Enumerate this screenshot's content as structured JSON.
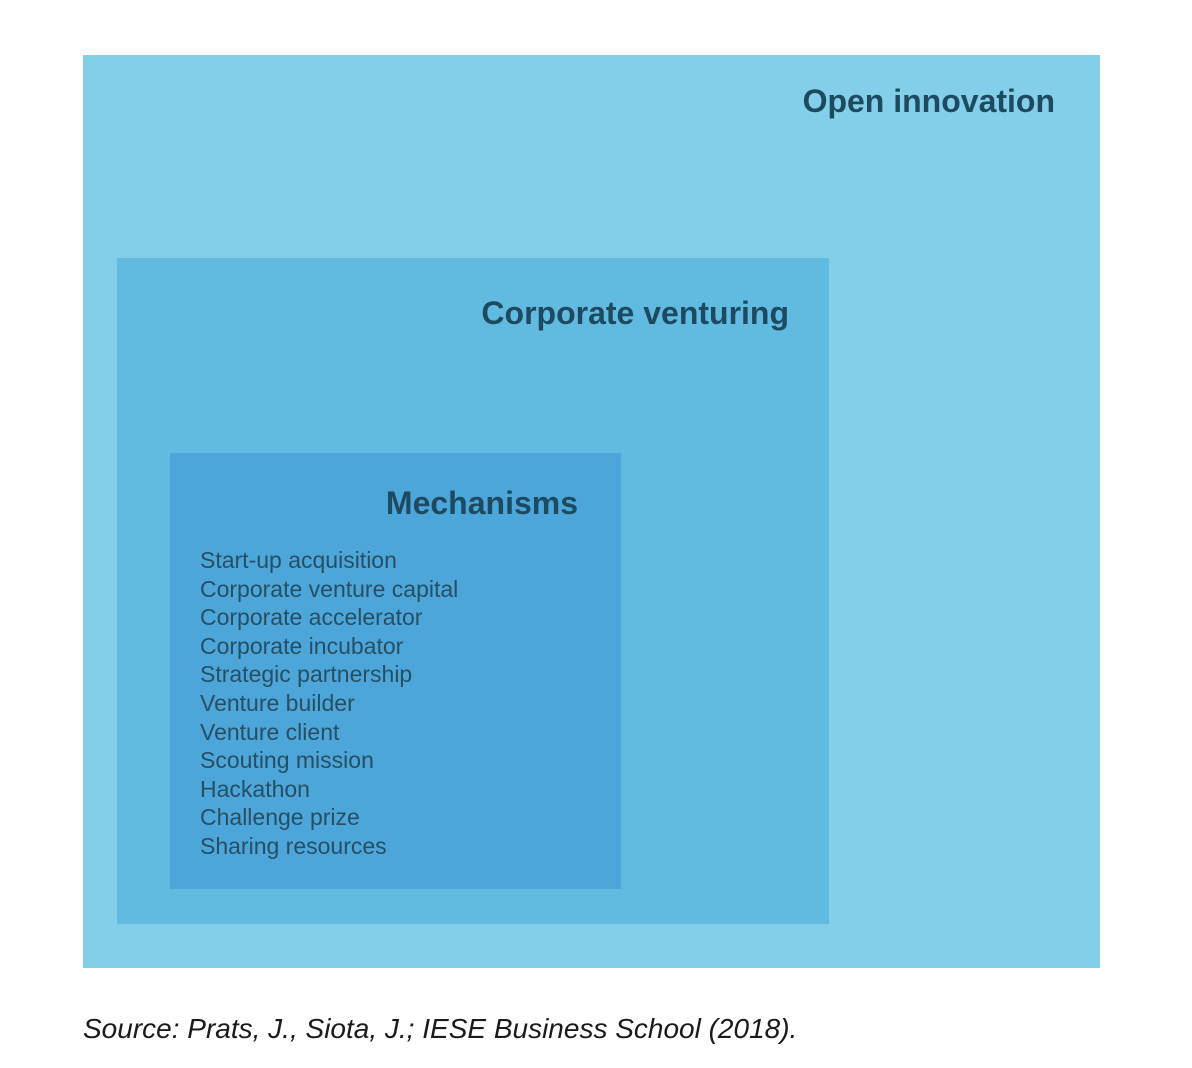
{
  "diagram": {
    "outer": {
      "title": "Open innovation",
      "color": "#83cee8"
    },
    "middle": {
      "title": "Corporate venturing",
      "color": "#61bbe1"
    },
    "inner": {
      "title": "Mechanisms",
      "color": "#4da6da",
      "items": [
        "Start-up acquisition",
        "Corporate venture capital",
        "Corporate accelerator",
        "Corporate incubator",
        "Strategic partnership",
        "Venture builder",
        "Venture client",
        "Scouting mission",
        "Hackathon",
        "Challenge prize",
        "Sharing resources"
      ]
    },
    "title_color": "#1d4a61",
    "item_color": "#274f64"
  },
  "source": {
    "text": "Source: Prats, J., Siota, J.; IESE Business School (2018).",
    "color": "#1a1a1a"
  }
}
